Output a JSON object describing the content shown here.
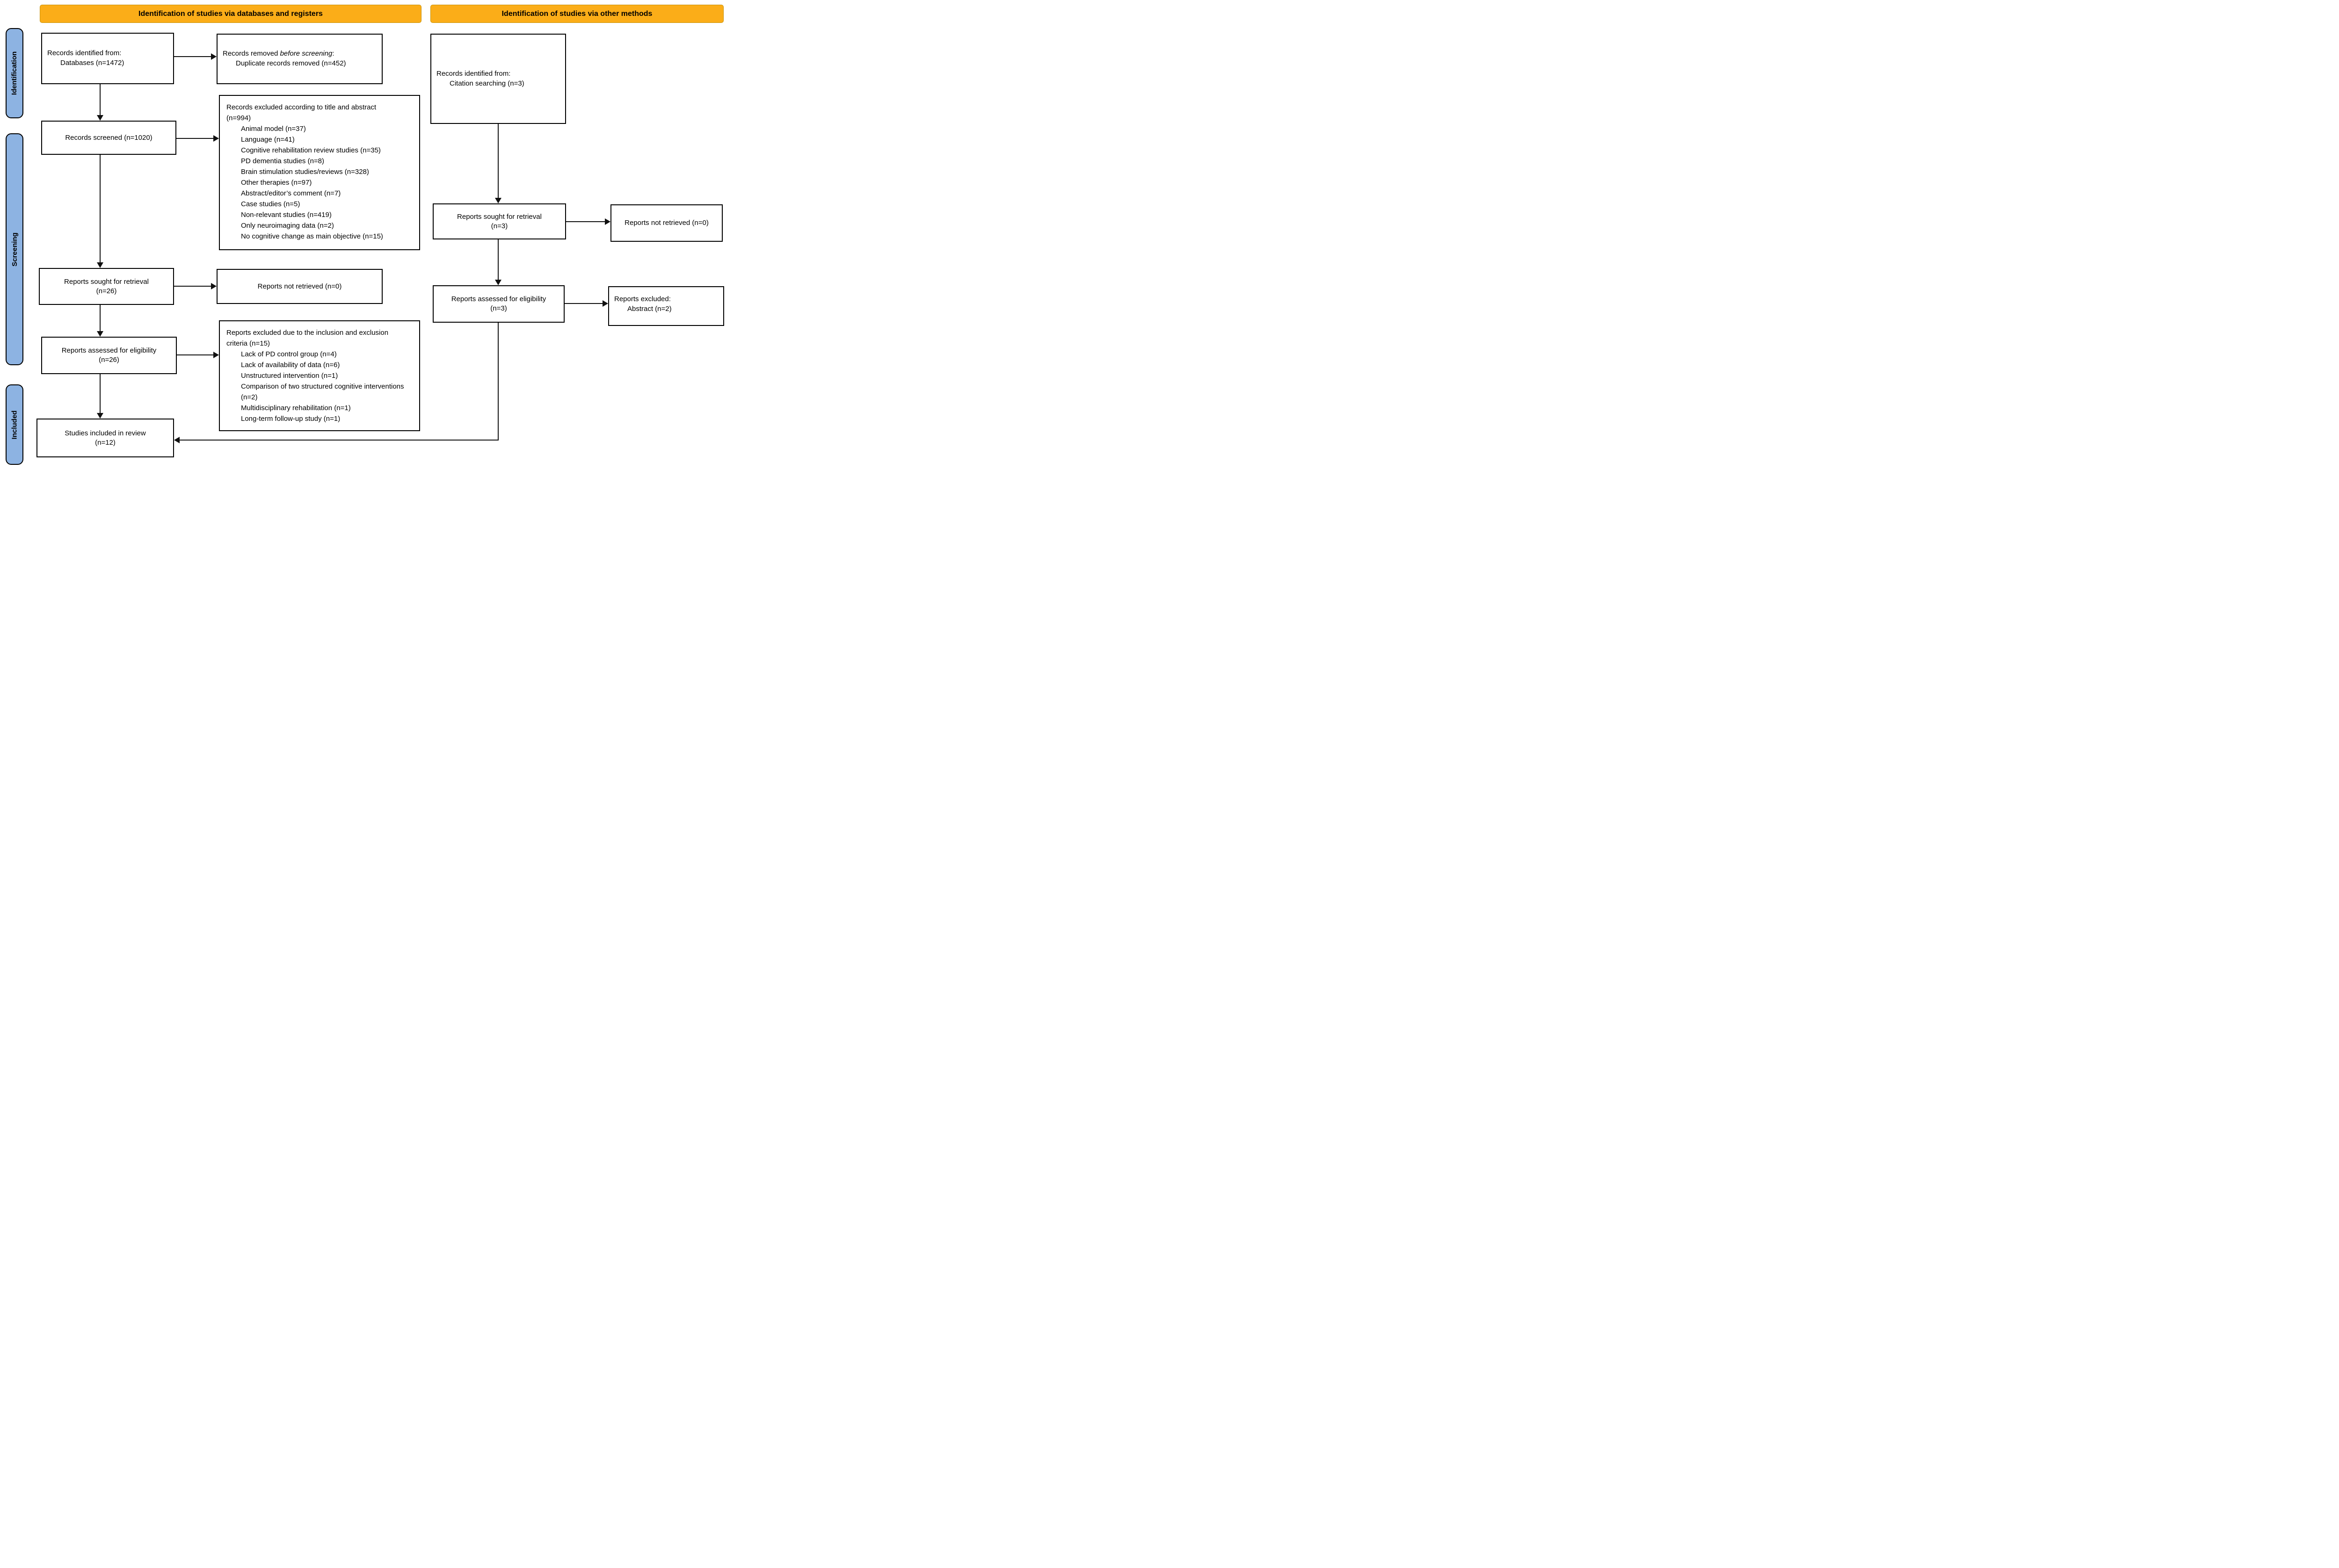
{
  "banners": {
    "left": "Identification of studies via databases and registers",
    "right": "Identification of studies via other methods"
  },
  "sidebar": {
    "identification": "Identification",
    "screening": "Screening",
    "included": "Included"
  },
  "colors": {
    "banner": "#FBAD18",
    "sidebar": "#8DB3E2",
    "line": "#111111",
    "box_border": "#000000"
  },
  "left_column": {
    "records_identified": {
      "line1": "Records identified from:",
      "line2": "Databases (n=1472)"
    },
    "records_removed": {
      "line1_prefix": "Records removed ",
      "line1_italic": "before screening",
      "line1_suffix": ":",
      "line2": "Duplicate records removed (n=452)"
    },
    "records_screened": "Records screened (n=1020)",
    "records_excluded": {
      "title": "Records excluded according to title and abstract (n=994)",
      "items": [
        "Animal model (n=37)",
        "Language (n=41)",
        "Cognitive rehabilitation review studies (n=35)",
        "PD dementia studies (n=8)",
        "Brain stimulation studies/reviews (n=328)",
        "Other therapies (n=97)",
        "Abstract/editor’s comment (n=7)",
        "Case studies (n=5)",
        "Non-relevant studies (n=419)",
        "Only neuroimaging data (n=2)",
        "No cognitive change as main objective (n=15)"
      ]
    },
    "reports_sought": {
      "line1": "Reports sought for retrieval",
      "line2": "(n=26)"
    },
    "reports_not_retrieved": "Reports not retrieved (n=0)",
    "reports_assessed": {
      "line1": "Reports assessed for eligibility",
      "line2": "(n=26)"
    },
    "reports_excluded": {
      "title": "Reports excluded due to the inclusion and exclusion criteria (n=15)",
      "items": [
        "Lack of PD control group (n=4)",
        "Lack of availability of data (n=6)",
        "Unstructured intervention (n=1)",
        "Comparison of two structured cognitive interventions (n=2)",
        "Multidisciplinary rehabilitation (n=1)",
        "Long-term follow-up study (n=1)"
      ]
    },
    "studies_included": {
      "line1": "Studies included in review",
      "line2": "(n=12)"
    }
  },
  "right_column": {
    "records_identified": {
      "line1": "Records identified from:",
      "line2": "Citation searching (n=3)"
    },
    "reports_sought": {
      "line1": "Reports sought for retrieval",
      "line2": "(n=3)"
    },
    "reports_not_retrieved": "Reports not retrieved (n=0)",
    "reports_assessed": {
      "line1": "Reports assessed for eligibility",
      "line2": "(n=3)"
    },
    "reports_excluded": {
      "line1": "Reports excluded:",
      "line2": "Abstract (n=2)"
    }
  }
}
